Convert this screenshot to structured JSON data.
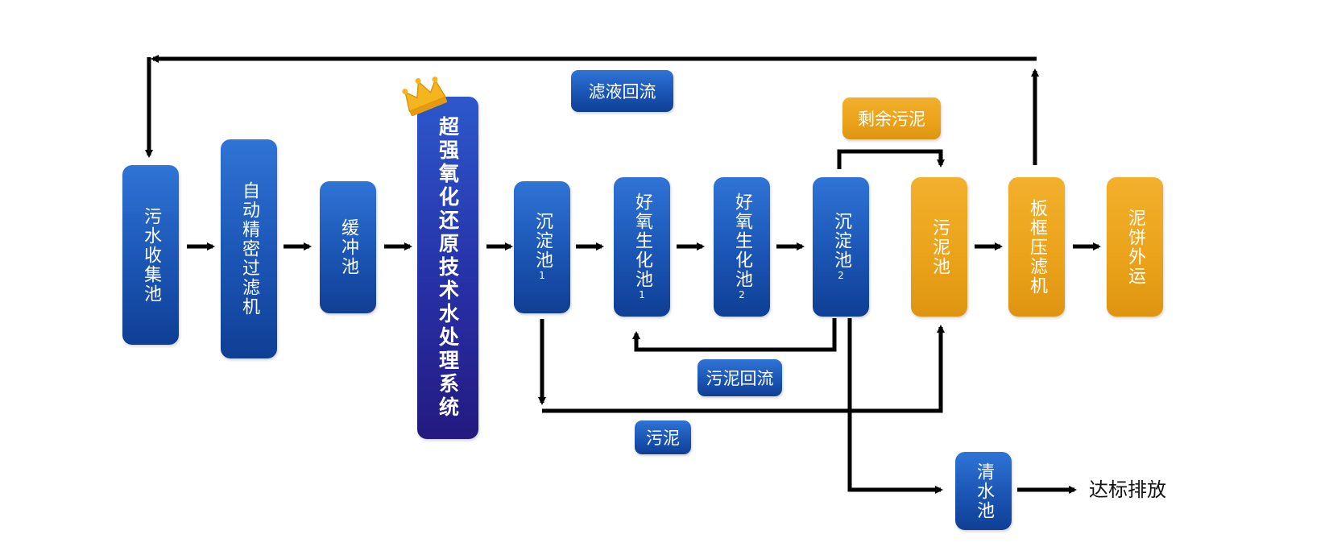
{
  "colors": {
    "blue": "#1b55b4",
    "orange": "#eaa21a",
    "purple": "#241a80",
    "arrow": "#000000"
  },
  "nodes": {
    "collection": {
      "text": "污水收集池"
    },
    "filter": {
      "text": "自动精密过滤机"
    },
    "buffer": {
      "text": "缓冲池"
    },
    "system": {
      "text": "超强氧化还原技术水处理系统"
    },
    "sed1": {
      "text": "沉淀池",
      "sub": "1"
    },
    "aero1": {
      "text": "好氧生化池",
      "sub": "1"
    },
    "aero2": {
      "text": "好氧生化池",
      "sub": "2"
    },
    "sed2": {
      "text": "沉淀池",
      "sub": "2"
    },
    "sludge_tank": {
      "text": "污泥池"
    },
    "press": {
      "text": "板框压滤机"
    },
    "cake": {
      "text": "泥饼外运"
    },
    "clear": {
      "text": "清水池"
    }
  },
  "labels": {
    "filtrate_return": "滤液回流",
    "excess_sludge": "剩余污泥",
    "sludge_return": "污泥回流",
    "sludge": "污泥",
    "discharge": "达标排放"
  },
  "icons": {
    "crown": "crown-icon"
  }
}
